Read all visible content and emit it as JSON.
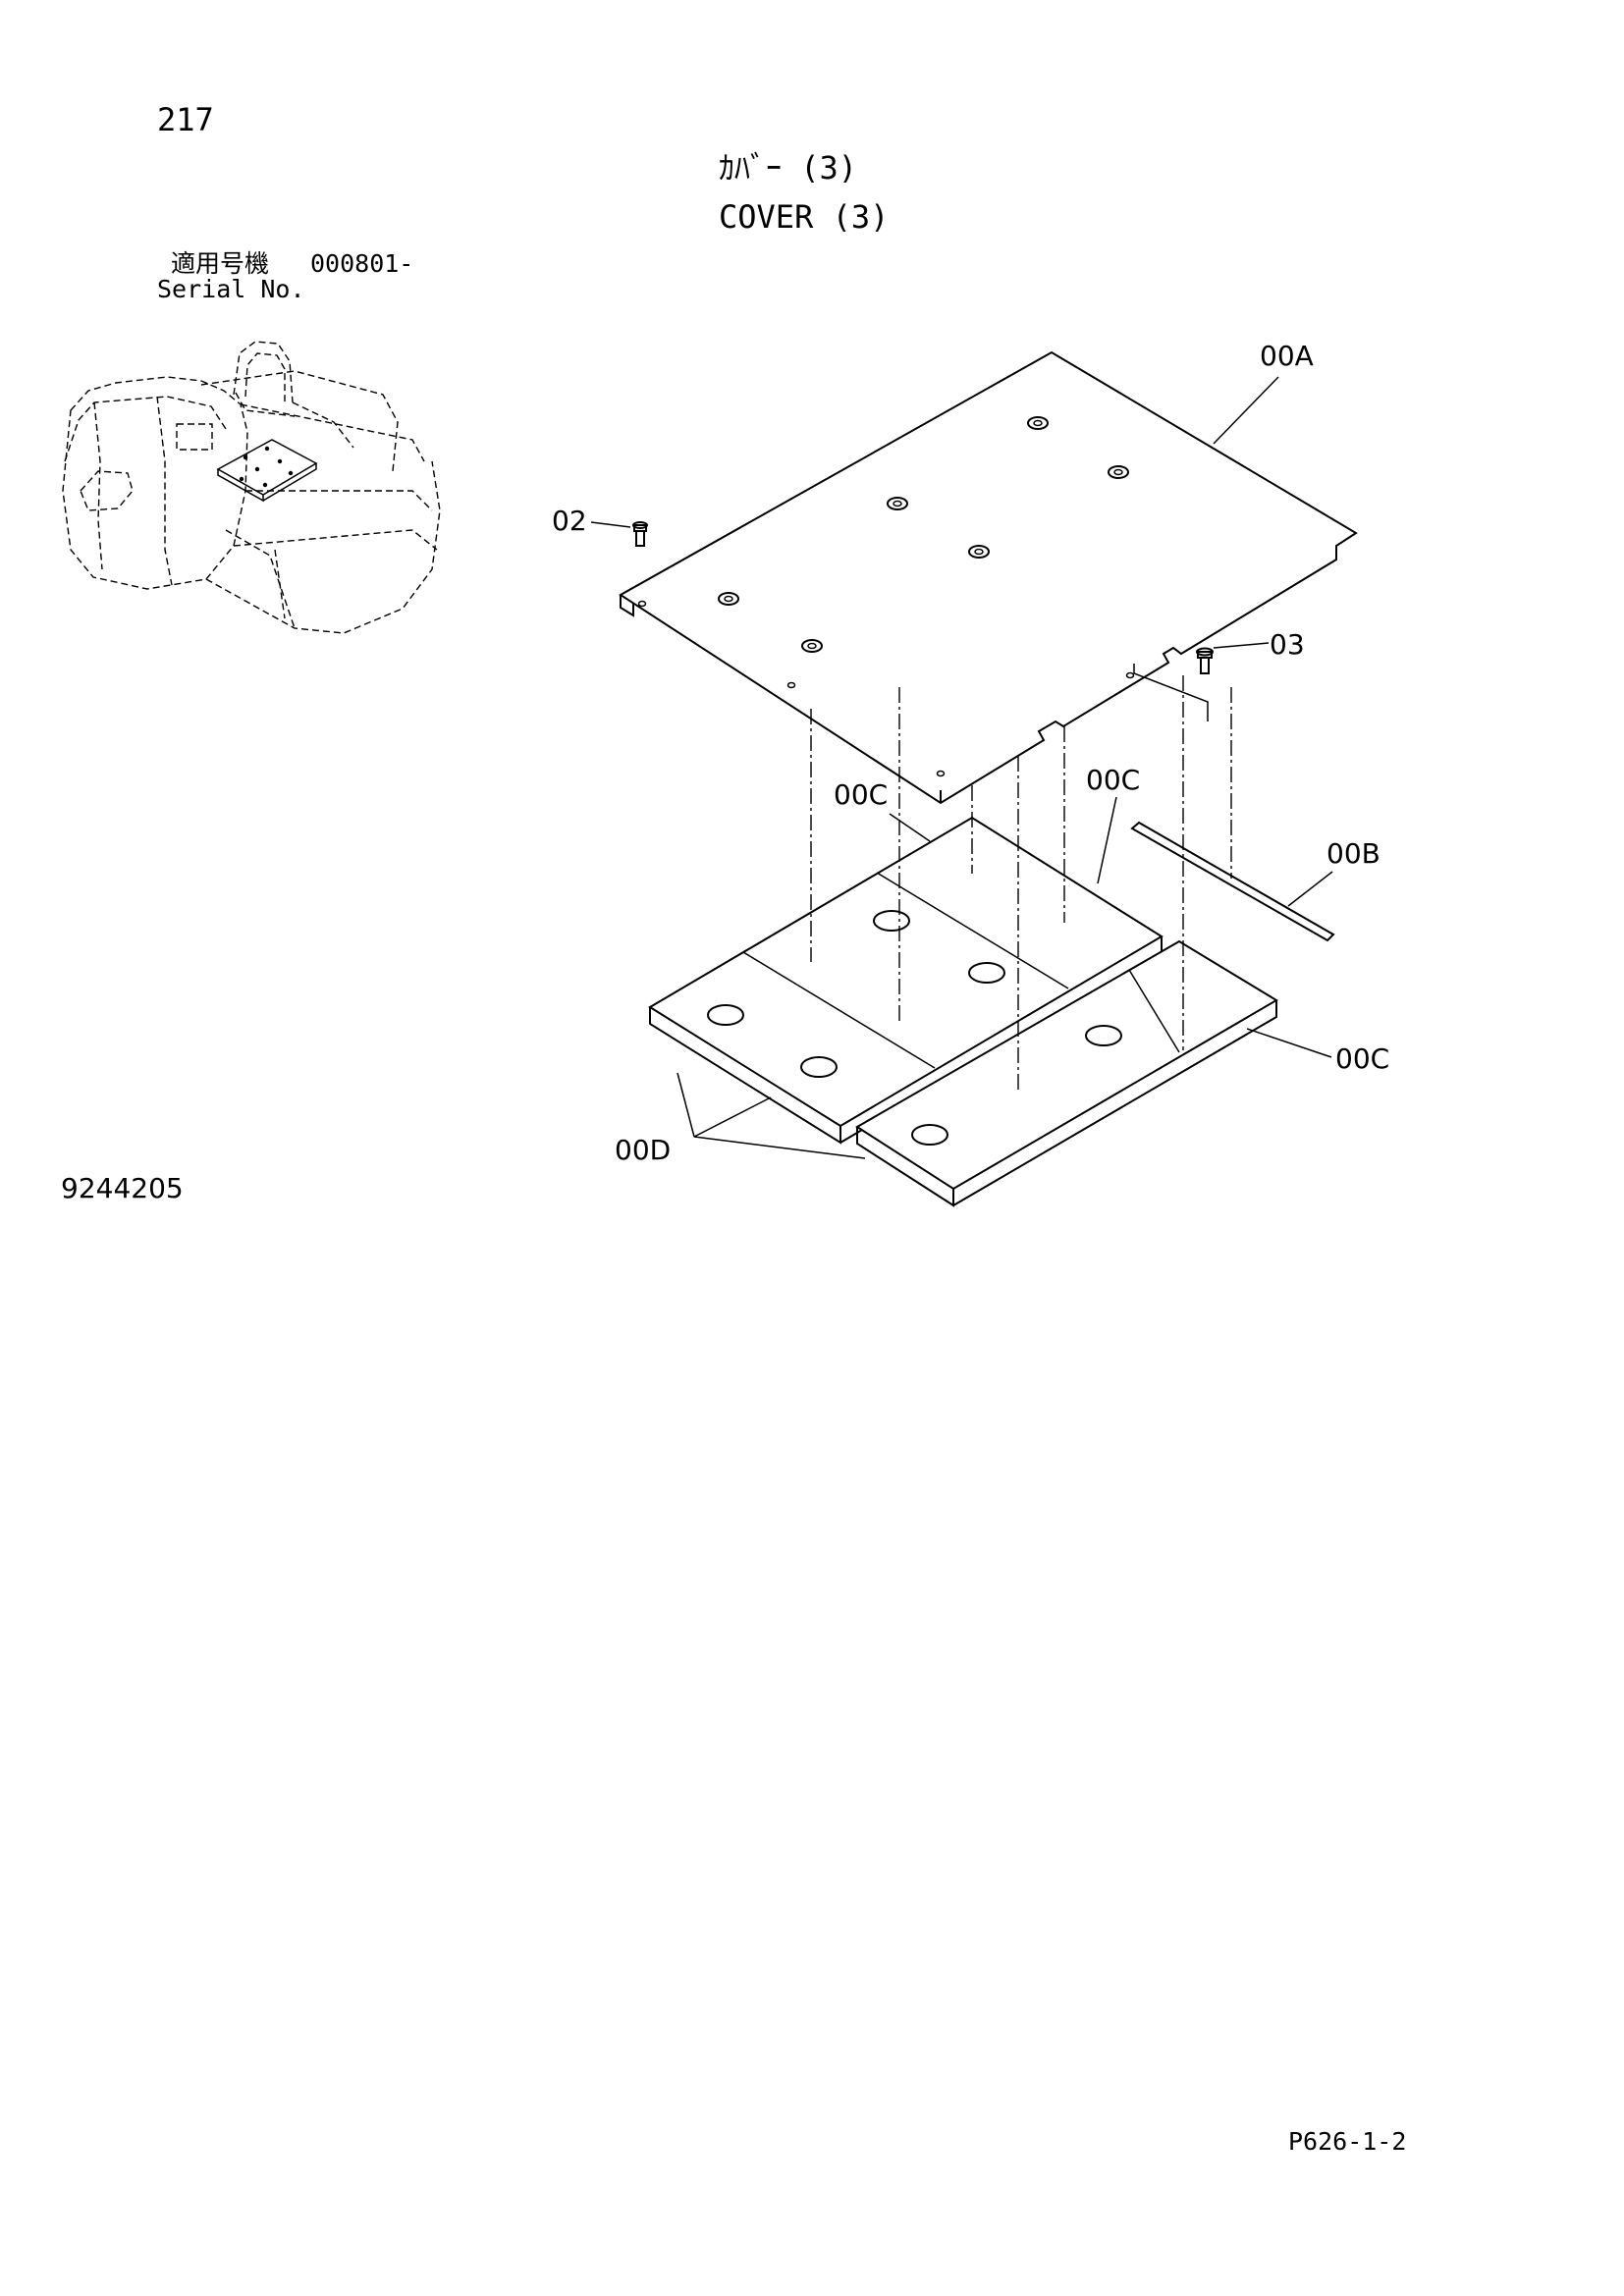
{
  "page_number": "217",
  "title_jp": "ｶﾊﾞｰ (3)",
  "title_en": "COVER (3)",
  "serial": {
    "label_jp": "適用号機",
    "range": "000801-",
    "label_en": "Serial No."
  },
  "callouts": {
    "cover_plate": "00A",
    "strip": "00B",
    "pad_upper_left": "00C",
    "pad_upper_right": "00C",
    "pad_lower_right": "00C",
    "pads_group": "00D",
    "bolt_left": "02",
    "bolt_right": "03"
  },
  "drawing_number": "9244205",
  "page_code": "P626-1-2"
}
